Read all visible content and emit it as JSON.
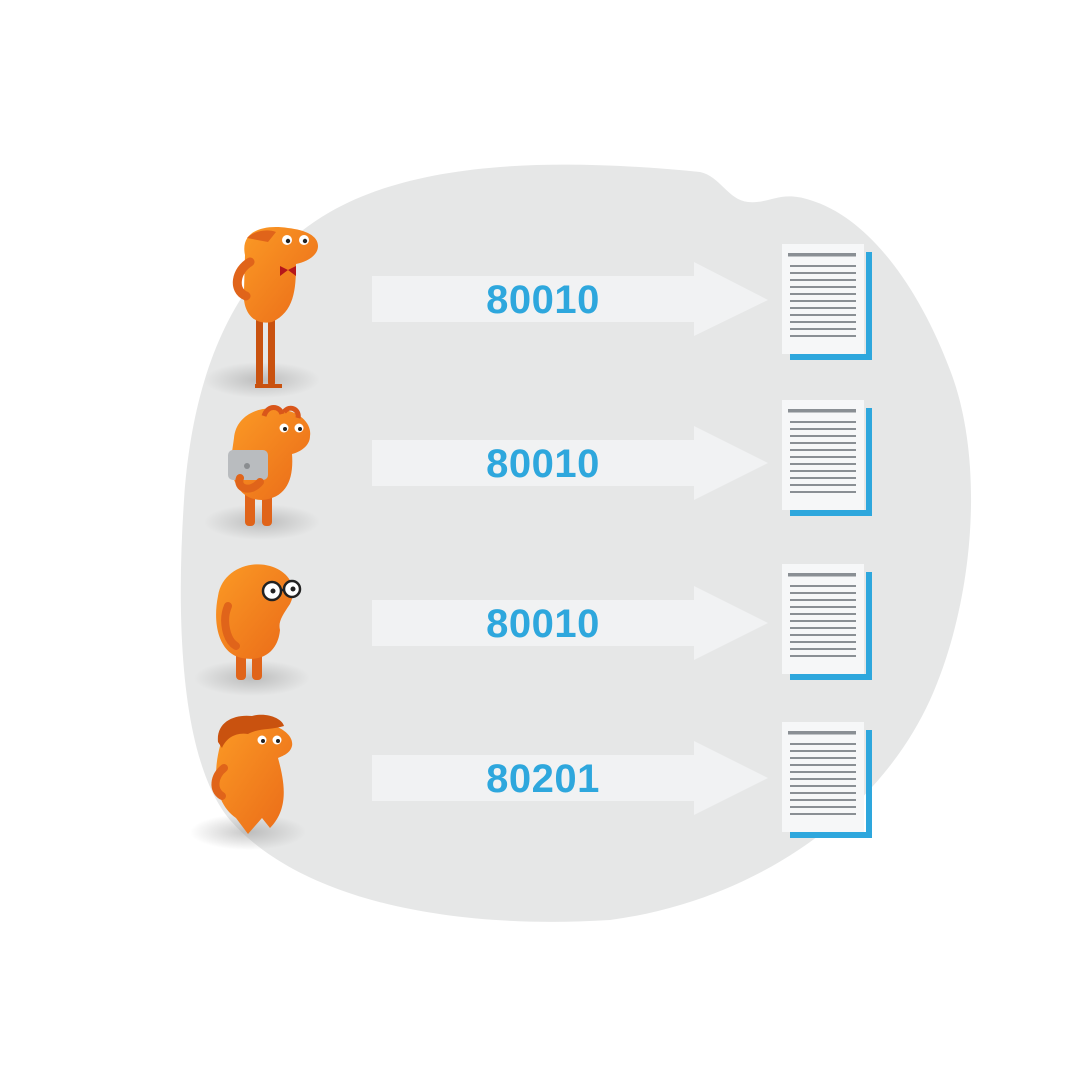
{
  "colors": {
    "blob": "#e6e7e7",
    "arrow": "#f1f2f3",
    "code_text": "#2ea7dd",
    "doc_paper": "#f6f7f8",
    "doc_lines": "#8a8f94",
    "doc_accent": "#2ea7dd",
    "monster": "#f7841e",
    "monster_dark": "#e0641a"
  },
  "rows": [
    {
      "code": "80010",
      "character": "monster-with-bowtie"
    },
    {
      "code": "80010",
      "character": "monster-with-laptop"
    },
    {
      "code": "80010",
      "character": "monster-with-glasses"
    },
    {
      "code": "80201",
      "character": "monster-with-hair"
    }
  ]
}
